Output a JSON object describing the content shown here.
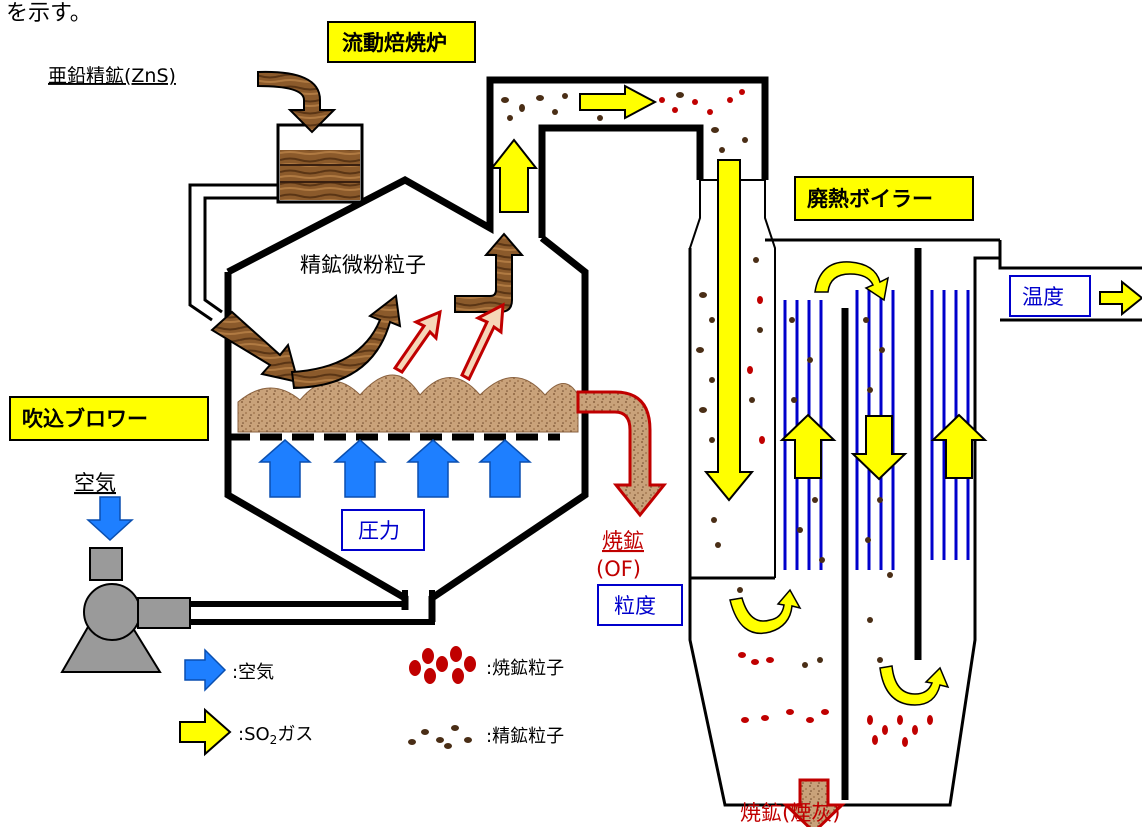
{
  "header_fragment": "を示す。",
  "labels": {
    "furnace": "流動焙焼炉",
    "boiler": "廃熱ボイラー",
    "blower": "吹込ブロワー",
    "concentrate_feed": "亜鉛精鉱(ZnS)",
    "fine_particles": "精鉱微粉粒子",
    "air": "空気",
    "pressure": "圧力",
    "calcine": "焼鉱",
    "overflow": "(OF)",
    "particle_size": "粒度",
    "temperature": "温度",
    "calcine_dust": "焼鉱(煙灰)"
  },
  "legend": {
    "air": ":空気",
    "so2_gas_prefix": ":SO",
    "so2_gas_sub": "2",
    "so2_gas_suffix": "ガス",
    "calcine_particle": ":焼鉱粒子",
    "concentrate_particle": ":精鉱粒子"
  },
  "colors": {
    "label_fill": "#ffff00",
    "blue_arrow": "#1e7fff",
    "yellow_arrow": "#ffff00",
    "calcine_red": "#c00000",
    "concentrate_brown": "#4a2e16",
    "wood": "#8b5a2b",
    "sand": "#c9a27a",
    "boiler_tube": "#0000cc",
    "blower_gray": "#9a9a9a"
  }
}
